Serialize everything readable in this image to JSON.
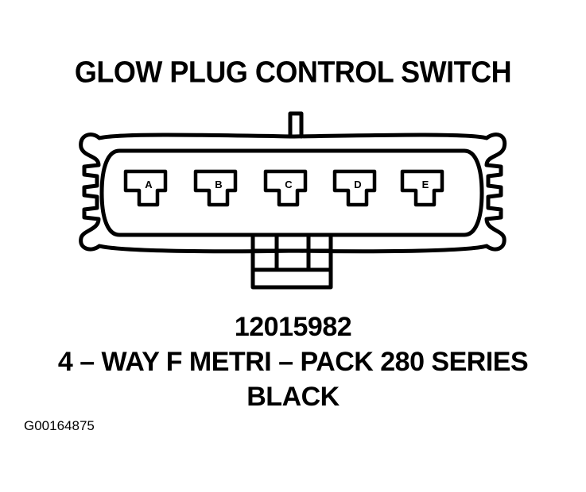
{
  "title": "GLOW PLUG CONTROL SWITCH",
  "connector": {
    "cavities": [
      "A",
      "B",
      "C",
      "D",
      "E"
    ],
    "part_number": "12015982",
    "type": "4 – WAY F METRI – PACK 280 SERIES",
    "color": "BLACK"
  },
  "figure_id": "G00164875"
}
